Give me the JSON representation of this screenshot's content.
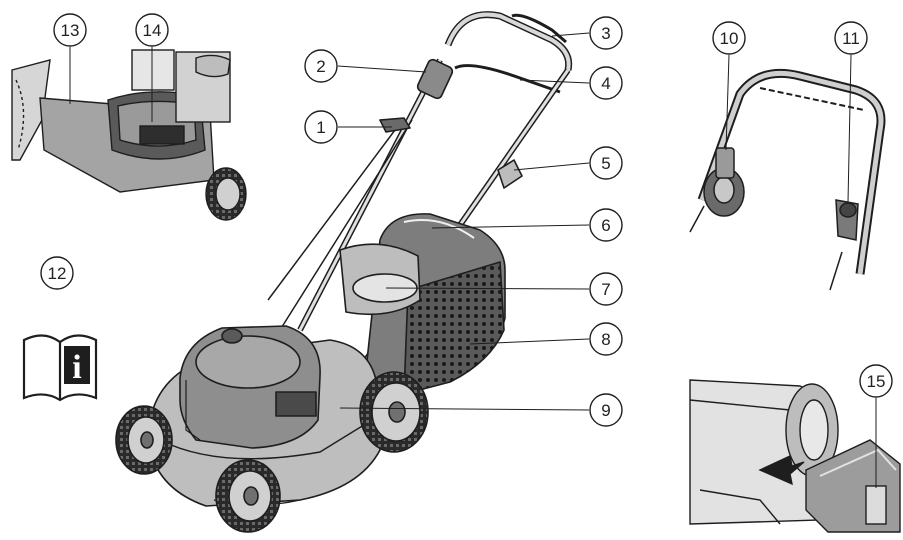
{
  "callouts": [
    {
      "id": "1",
      "label": "1"
    },
    {
      "id": "2",
      "label": "2"
    },
    {
      "id": "3",
      "label": "3"
    },
    {
      "id": "4",
      "label": "4"
    },
    {
      "id": "5",
      "label": "5"
    },
    {
      "id": "6",
      "label": "6"
    },
    {
      "id": "7",
      "label": "7"
    },
    {
      "id": "8",
      "label": "8"
    },
    {
      "id": "9",
      "label": "9"
    },
    {
      "id": "10",
      "label": "10"
    },
    {
      "id": "11",
      "label": "11"
    },
    {
      "id": "12",
      "label": "12"
    },
    {
      "id": "13",
      "label": "13"
    },
    {
      "id": "14",
      "label": "14"
    },
    {
      "id": "15",
      "label": "15"
    }
  ],
  "manual_icon_letter": "i",
  "colors": {
    "line": "#1e1e1e",
    "shade": "#9a9a9a",
    "light": "#cfcfcf",
    "dark": "#4a4a4a"
  }
}
